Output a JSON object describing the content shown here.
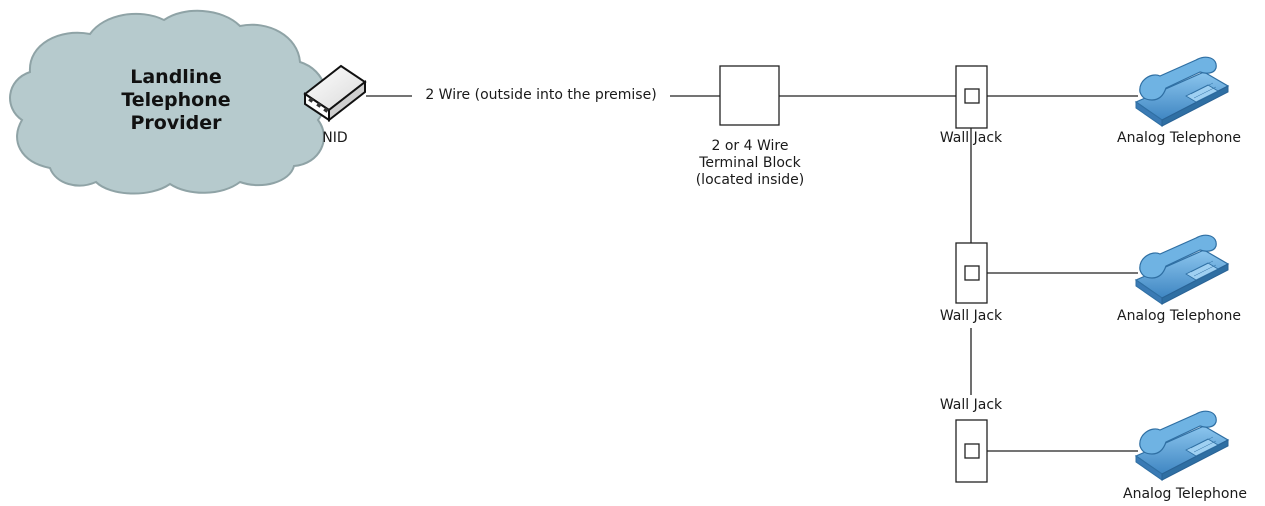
{
  "diagram": {
    "provider": {
      "line1": "Landline",
      "line2": "Telephone",
      "line3": "Provider"
    },
    "nid": {
      "label": "NID"
    },
    "wire_link": {
      "label": "2 Wire (outside into the premise)"
    },
    "terminal_block": {
      "line1": "2 or 4 Wire",
      "line2": "Terminal Block",
      "line3": "(located inside)"
    },
    "wall_jacks": [
      {
        "label": "Wall Jack"
      },
      {
        "label": "Wall Jack"
      },
      {
        "label": "Wall Jack"
      }
    ],
    "telephones": [
      {
        "label": "Analog Telephone"
      },
      {
        "label": "Analog Telephone"
      },
      {
        "label": "Analog Telephone"
      }
    ],
    "colors": {
      "cloud_fill": "#b6cacd",
      "cloud_stroke": "#8fa3a6",
      "phone_fill": "#5ea3d6",
      "phone_dark": "#2f6fa3",
      "line": "#222222"
    },
    "icons": [
      "cloud-icon",
      "nid-device-icon",
      "terminal-block-icon",
      "wall-jack-icon",
      "telephone-icon"
    ]
  }
}
